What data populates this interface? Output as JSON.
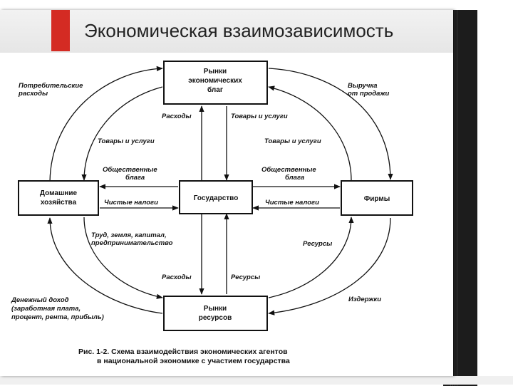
{
  "slide": {
    "title": "Экономическая взаимозависимость"
  },
  "diagram": {
    "nodes": {
      "goods_market": [
        "Рынки",
        "экономических",
        "благ"
      ],
      "resource_market": [
        "Рынки",
        "ресурсов"
      ],
      "households": [
        "Домашние",
        "хозяйства"
      ],
      "government": [
        "Государство"
      ],
      "firms": [
        "Фирмы"
      ]
    },
    "labels": {
      "consumer_spending": [
        "Потребительские",
        "расходы"
      ],
      "sales_revenue": [
        "Выручка",
        "от продажи"
      ],
      "expenses_top": "Расходы",
      "goods_services_top": "Товары и услуги",
      "goods_services_left": "Товары и услуги",
      "goods_services_right": "Товары и услуги",
      "public_goods_left": [
        "Общественные",
        "блага"
      ],
      "public_goods_right": [
        "Общественные",
        "блага"
      ],
      "net_taxes_left": "Чистые налоги",
      "net_taxes_right": "Чистые налоги",
      "factors": [
        "Труд, земля, капитал,",
        "предпринимательство"
      ],
      "resources_right": "Ресурсы",
      "expenses_bottom": "Расходы",
      "resources_bottom": "Ресурсы",
      "money_income": [
        "Денежный доход",
        "(заработная плата,",
        "процент, рента, прибыль)"
      ],
      "costs": "Издержки"
    },
    "caption": [
      "Рис. 1-2. Схема взаимодействия экономических агентов",
      "в национальной экономике с участием государства"
    ]
  }
}
